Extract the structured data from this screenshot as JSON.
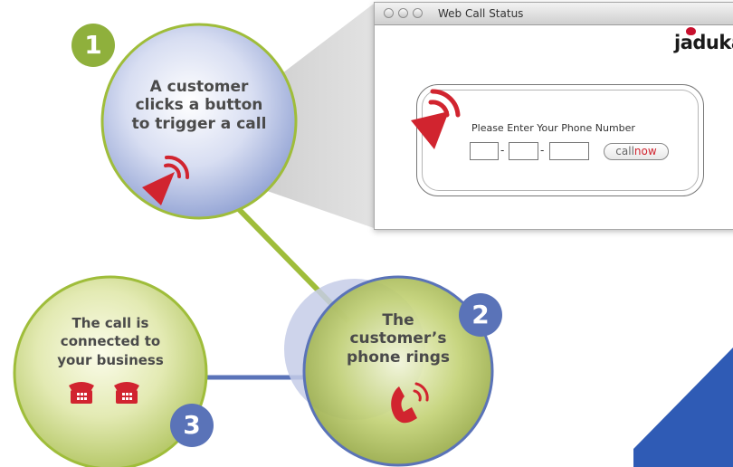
{
  "steps": [
    {
      "number": "1",
      "lines": [
        "A customer",
        "clicks a button",
        "to trigger a call"
      ]
    },
    {
      "number": "2",
      "lines": [
        "The",
        "customer’s",
        "phone rings"
      ]
    },
    {
      "number": "3",
      "lines": [
        "The call is",
        "connected to",
        "your business"
      ]
    }
  ],
  "window": {
    "title": "Web Call Status",
    "logo": "jaduka",
    "prompt": "Please Enter Your Phone Number",
    "separator": "-",
    "button_left": "call",
    "button_right": "now"
  },
  "colors": {
    "step_blue": "#5a73b8",
    "step_green": "#8fb03c",
    "signal_red": "#d1242f",
    "text_gray": "#4a4a4a"
  },
  "icons": [
    "cursor-arrow-icon",
    "signal-waves-icon",
    "phone-handset-icon",
    "desk-phone-icon"
  ]
}
